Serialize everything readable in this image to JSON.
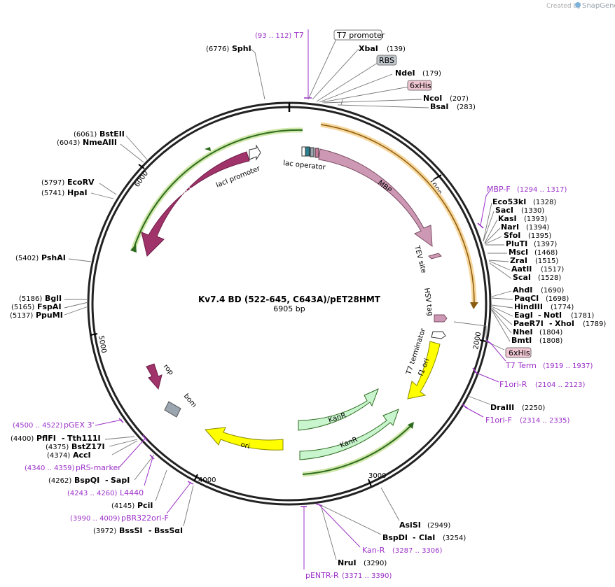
{
  "credit": {
    "prefix": "Created by",
    "brand": "SnapGene"
  },
  "plasmid": {
    "name": "Kv7.4 BD (522-645, C643A)/pET28HMT",
    "length": "6905 bp"
  },
  "ticks": [
    "1000",
    "2000",
    "3000",
    "4000",
    "5000",
    "6000"
  ],
  "features": {
    "lac_operator": "lac operator",
    "mbp": "MBP",
    "tev": "TEV site",
    "hsv": "HSV tag",
    "t7term": "T7 terminator",
    "f1ori": "f1 ori",
    "kanr1": "KanR",
    "kanr2": "KanR",
    "ori": "ori",
    "bom": "bom",
    "rop": "rop",
    "laci": "lacI",
    "laci_promoter": "lacI promoter"
  },
  "boxes": {
    "t7promoter": "T7 promoter",
    "rbs": "RBS",
    "his1": "6xHis",
    "his2": "6xHis"
  },
  "sites": {
    "t7": {
      "pos": "(93 .. 112)",
      "name": "T7"
    },
    "sphi": {
      "pos": "(6776)",
      "name": "SphI"
    },
    "xbai": {
      "name": "XbaI",
      "pos": "(139)"
    },
    "ndei": {
      "name": "NdeI",
      "pos": "(179)"
    },
    "ncoi": {
      "name": "NcoI",
      "pos": "(207)"
    },
    "bsai": {
      "name": "BsaI",
      "pos": "(283)"
    },
    "mbpf": {
      "name": "MBP-F",
      "pos": "(1294 .. 1317)"
    },
    "eco53ki": {
      "name": "Eco53kI",
      "pos": "(1328)"
    },
    "saci": {
      "name": "SacI",
      "pos": "(1330)"
    },
    "kasi": {
      "name": "KasI",
      "pos": "(1393)"
    },
    "nari": {
      "name": "NarI",
      "pos": "(1394)"
    },
    "sfoi": {
      "name": "SfoI",
      "pos": "(1395)"
    },
    "pluti": {
      "name": "PluTI",
      "pos": "(1397)"
    },
    "msci": {
      "name": "MscI",
      "pos": "(1468)"
    },
    "zrai": {
      "name": "ZraI",
      "pos": "(1515)"
    },
    "aatii": {
      "name": "AatII",
      "pos": "(1517)"
    },
    "scai": {
      "name": "ScaI",
      "pos": "(1528)"
    },
    "ahdi": {
      "name": "AhdI",
      "pos": "(1690)"
    },
    "paqci": {
      "name": "PaqCI",
      "pos": "(1698)"
    },
    "hindiii": {
      "name": "HindIII",
      "pos": "(1774)"
    },
    "eagi": {
      "name": "EagI",
      "sep": "-",
      "name2": "NotI",
      "pos": "(1781)"
    },
    "paer7i": {
      "name": "PaeR7I",
      "sep": "-",
      "name2": "XhoI",
      "pos": "(1789)"
    },
    "nhei": {
      "name": "NheI",
      "pos": "(1804)"
    },
    "bmti": {
      "name": "BmtI",
      "pos": "(1808)"
    },
    "t7term": {
      "name": "T7 Term",
      "pos": "(1919 .. 1937)"
    },
    "f1orir": {
      "name": "F1ori-R",
      "pos": "(2104 .. 2123)"
    },
    "draiii": {
      "name": "DraIII",
      "pos": "(2250)"
    },
    "f1orif": {
      "name": "F1ori-F",
      "pos": "(2314 .. 2335)"
    },
    "asisi": {
      "name": "AsiSI",
      "pos": "(2949)"
    },
    "bspdi": {
      "name": "BspDI",
      "sep": "-",
      "name2": "ClaI",
      "pos": "(3254)"
    },
    "kanr": {
      "name": "Kan-R",
      "pos": "(3287 .. 3306)"
    },
    "nrui": {
      "name": "NruI",
      "pos": "(3290)"
    },
    "pentrr": {
      "name": "pENTR-R",
      "pos": "(3371 .. 3390)"
    },
    "bstbi": {
      "name": "BstEII",
      "pos": "(6061)"
    },
    "nmeaiii": {
      "name": "NmeAIII",
      "pos": "(6043)"
    },
    "ecorv": {
      "name": "EcoRV",
      "pos": "(5797)"
    },
    "hpai": {
      "name": "HpaI",
      "pos": "(5741)"
    },
    "pshai": {
      "name": "PshAI",
      "pos": "(5402)"
    },
    "bgli": {
      "name": "BglI",
      "pos": "(5186)"
    },
    "fspai": {
      "name": "FspAI",
      "pos": "(5165)"
    },
    "ppumi": {
      "name": "PpuMI",
      "pos": "(5137)"
    },
    "pgex3": {
      "name": "pGEX 3'",
      "pos": "(4500 .. 4522)"
    },
    "pflfi": {
      "name": "PflFI",
      "sep": "-",
      "name2": "Tth111I",
      "pos": "(4400)"
    },
    "bstz17i": {
      "name": "BstZ17I",
      "pos": "(4375)"
    },
    "acci": {
      "name": "AccI",
      "pos": "(4374)"
    },
    "prsmarker": {
      "name": "pRS-marker",
      "pos": "(4340 .. 4359)"
    },
    "bspqi": {
      "name": "BspQI",
      "sep": "-",
      "name2": "SapI",
      "pos": "(4262)"
    },
    "l4440": {
      "name": "L4440",
      "pos": "(4243 .. 4260)"
    },
    "pcii": {
      "name": "PciI",
      "pos": "(4145)"
    },
    "pbr322": {
      "name": "pBR322ori-F",
      "pos": "(3990 .. 4009)"
    },
    "bsssi": {
      "name": "BssSI",
      "sep": "-",
      "name2": "BssSαI",
      "pos": "(3972)"
    }
  }
}
